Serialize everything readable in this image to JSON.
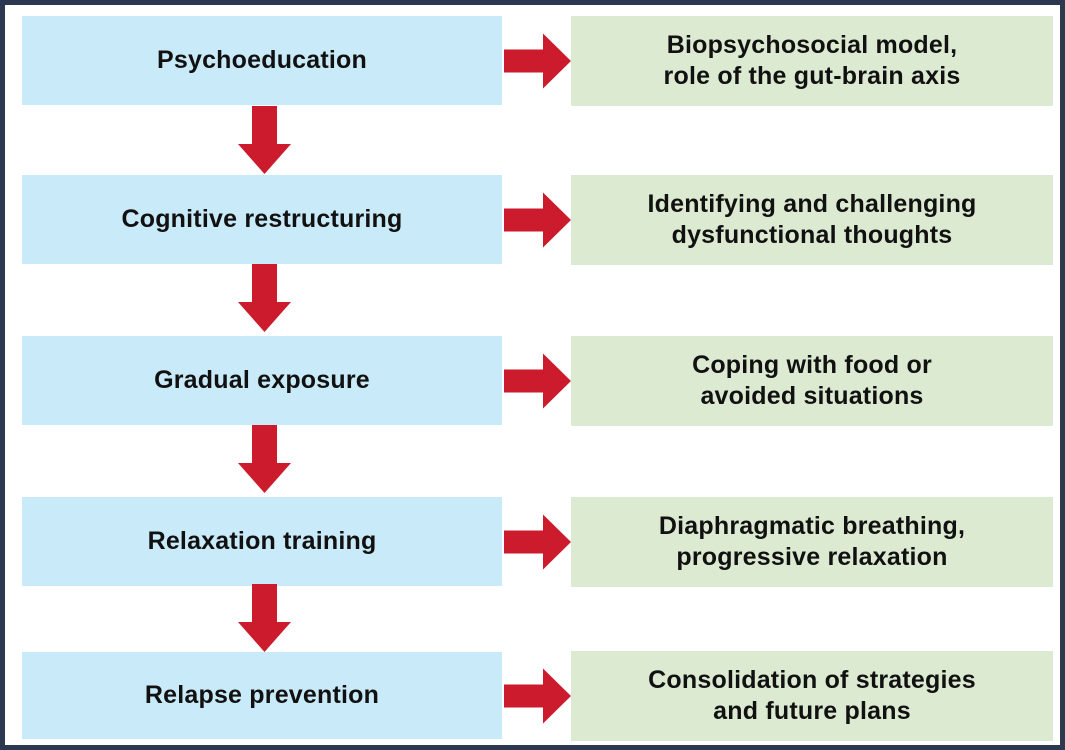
{
  "colors": {
    "border": "#2c3850",
    "step_box_bg": "#c9eaf8",
    "detail_box_bg": "#dcead2",
    "arrow": "#cb1b2c",
    "text": "#111111",
    "background": "#ffffff"
  },
  "icons": {
    "right_arrow": "right-arrow-icon",
    "down_arrow": "down-arrow-icon"
  },
  "rows": [
    {
      "step": "Psychoeducation",
      "detail": "Biopsychosocial model,\nrole of the gut-brain axis"
    },
    {
      "step": "Cognitive restructuring",
      "detail": "Identifying and challenging\ndysfunctional thoughts"
    },
    {
      "step": "Gradual exposure",
      "detail": "Coping with food or\navoided situations"
    },
    {
      "step": "Relaxation training",
      "detail": "Diaphragmatic breathing,\nprogressive relaxation"
    },
    {
      "step": "Relapse prevention",
      "detail": "Consolidation of strategies\nand future plans"
    }
  ]
}
